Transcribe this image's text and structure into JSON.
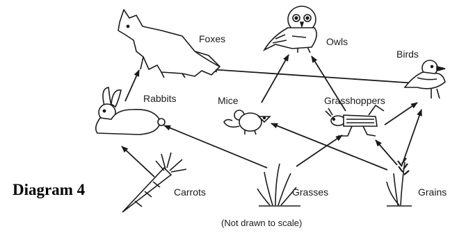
{
  "diagram_label": "Diagram 4",
  "note": "(Not drawn to scale)",
  "organisms": {
    "foxes": "Foxes",
    "owls": "Owls",
    "birds": "Birds",
    "rabbits": "Rabbits",
    "mice": "Mice",
    "grasshoppers": "Grasshoppers",
    "carrots": "Carrots",
    "grasses": "Grasses",
    "grains": "Grains"
  },
  "energy_flow": [
    {
      "from": "Carrots",
      "to": "Rabbits"
    },
    {
      "from": "Grasses",
      "to": "Rabbits"
    },
    {
      "from": "Grasses",
      "to": "Grasshoppers"
    },
    {
      "from": "Grains",
      "to": "Mice"
    },
    {
      "from": "Grains",
      "to": "Grasshoppers"
    },
    {
      "from": "Grains",
      "to": "Birds"
    },
    {
      "from": "Rabbits",
      "to": "Foxes"
    },
    {
      "from": "Mice",
      "to": "Owls"
    },
    {
      "from": "Grasshoppers",
      "to": "Owls"
    },
    {
      "from": "Grasshoppers",
      "to": "Birds"
    },
    {
      "from": "Birds",
      "to": "Foxes"
    }
  ],
  "colors": {
    "ink": "#1a1a1a",
    "background": "#ffffff"
  }
}
